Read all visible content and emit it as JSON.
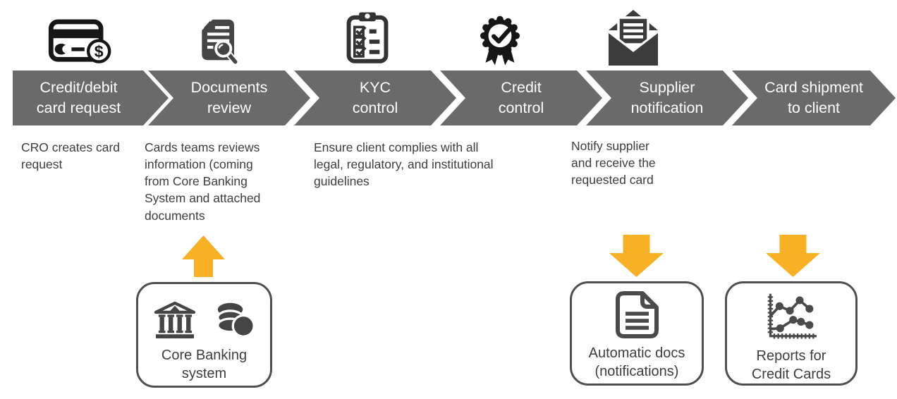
{
  "palette": {
    "chevron_gray": "#6a6a6a",
    "chevron_text": "#ffffff",
    "body_text": "#3d3d3d",
    "arrow_yellow": "#f8b024",
    "box_border": "#4f4f4f",
    "icon_black": "#161616",
    "icon_gray": "#454545"
  },
  "process": {
    "steps": [
      {
        "label": "Credit/debit\ncard request",
        "icon": "credit-card-icon",
        "description": "CRO creates card\nrequest"
      },
      {
        "label": "Documents\nreview",
        "icon": "document-search-icon",
        "description": "Cards teams reviews\ninformation (coming\nfrom Core Banking\nSystem and attached\ndocuments"
      },
      {
        "label": "KYC\ncontrol",
        "icon": "checklist-clipboard-icon",
        "description": "Ensure client complies with all\nlegal, regulatory, and institutional\nguidelines"
      },
      {
        "label": "Credit\ncontrol",
        "icon": "award-ribbon-icon"
      },
      {
        "label": "Supplier\nnotification",
        "icon": "open-envelope-icon",
        "description": "Notify supplier\nand receive the\nrequested card"
      },
      {
        "label": "Card shipment\nto client"
      }
    ]
  },
  "systems": [
    {
      "label": "Core Banking\nsystem",
      "icons": [
        "bank-icon",
        "coins-icon"
      ],
      "arrow_direction": "up"
    },
    {
      "label": "Automatic docs\n(notifications)",
      "icons": [
        "document-icon"
      ],
      "arrow_direction": "down"
    },
    {
      "label": "Reports for\nCredit Cards",
      "icons": [
        "line-chart-icon"
      ],
      "arrow_direction": "down"
    }
  ],
  "glyphs": {
    "currency_symbol": "$"
  }
}
